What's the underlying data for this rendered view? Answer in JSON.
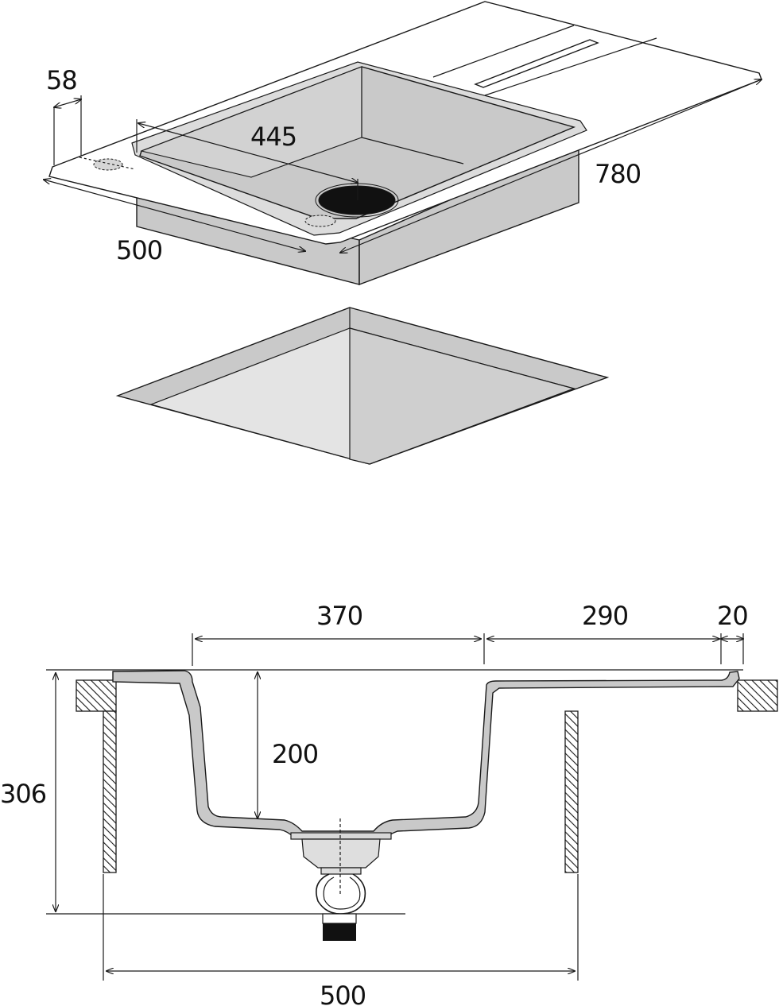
{
  "top_view": {
    "dims": {
      "tap_offset": "58",
      "bowl_length": "445",
      "total_length": "780",
      "width": "500"
    }
  },
  "section_view": {
    "dims": {
      "bowl_width": "370",
      "drainer_width": "290",
      "rim": "20",
      "bowl_depth": "200",
      "total_depth": "306",
      "cabinet_width": "500"
    }
  },
  "colors": {
    "sink_body": "#c9c9c9",
    "outline": "#1a1a1a",
    "drain": "#111111"
  }
}
